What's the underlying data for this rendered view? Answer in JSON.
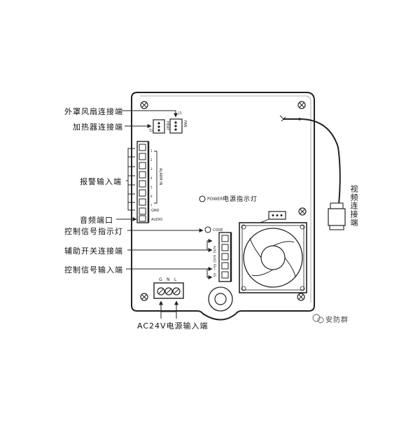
{
  "labels": {
    "external_fan": "外罩风扇连接端",
    "heater": "加热器连接端",
    "alarm_input": "报警输入端",
    "audio_port": "音频端口",
    "control_indicator": "控制信号指示灯",
    "aux_switch": "辅助开关连接端",
    "control_input": "控制信号输入端",
    "ac_power": "AC24V电源输入端",
    "power_indicator": "电源指示灯",
    "video_connector": "视频连接端",
    "watermark": "安防群"
  },
  "silk": {
    "j1": "J1",
    "j2": "J2",
    "fan": "FAN",
    "heat": "HEAT",
    "alarm_in": "ALARM IN",
    "alarm_pins": [
      "1",
      "2",
      "3",
      "4",
      "5",
      "6",
      "7"
    ],
    "gnd": "GND",
    "audio": "AUDIO",
    "power": "POWER",
    "code": "CODE",
    "aux1": "AUX1",
    "aux2": "AUX2",
    "rs_plus": "RS+",
    "rs_minus": "RS-",
    "terminal": [
      "G",
      "N",
      "L"
    ]
  },
  "colors": {
    "line": "#222222",
    "board": "#ffffff"
  }
}
